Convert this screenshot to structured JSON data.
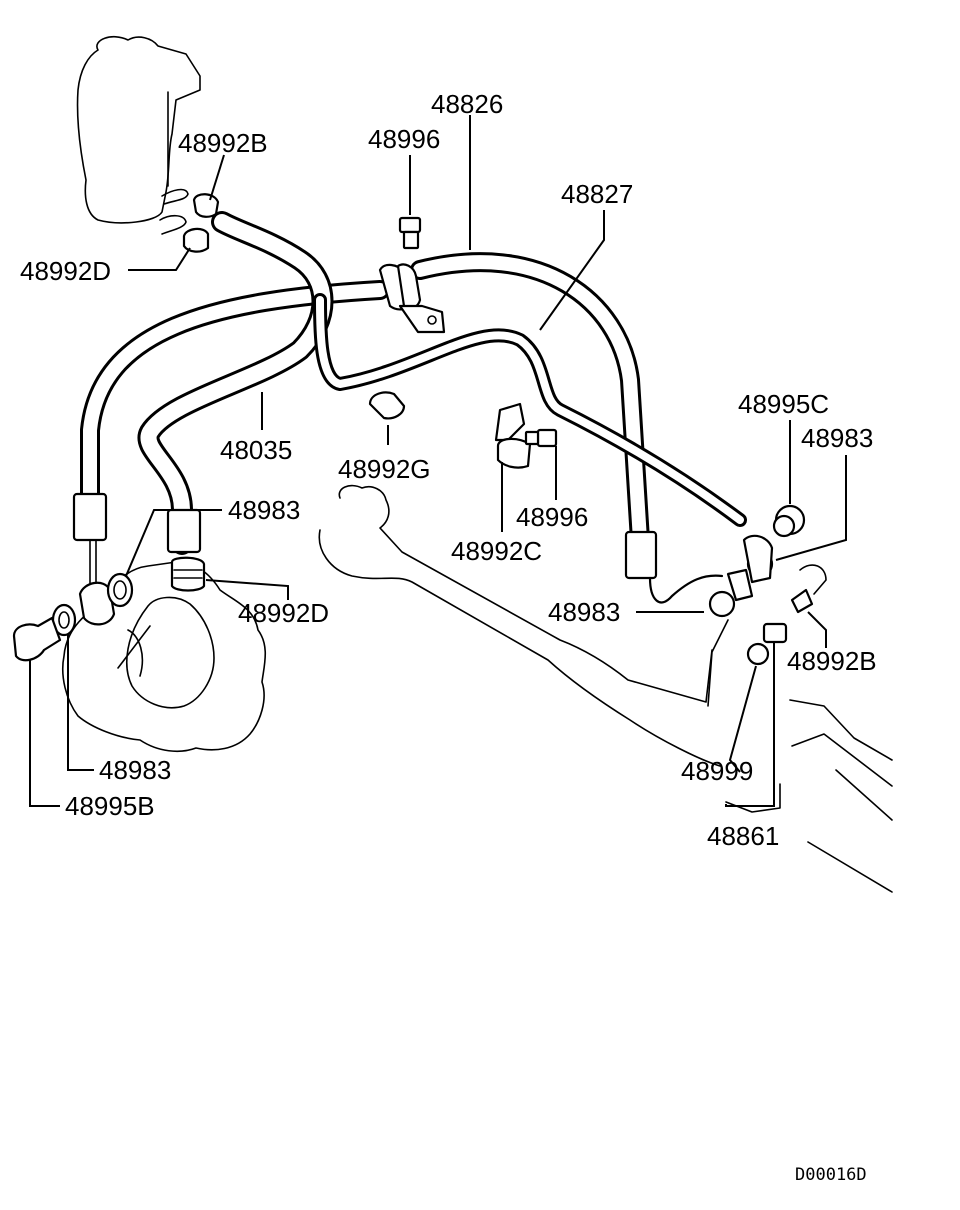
{
  "diagram": {
    "reference_code": "D00016D",
    "callouts": [
      {
        "id": "c-48826",
        "number": "48826"
      },
      {
        "id": "c-48996-top",
        "number": "48996"
      },
      {
        "id": "c-48992b-top",
        "number": "48992B"
      },
      {
        "id": "c-48827",
        "number": "48827"
      },
      {
        "id": "c-48992d-top",
        "number": "48992D"
      },
      {
        "id": "c-48035",
        "number": "48035"
      },
      {
        "id": "c-48992g",
        "number": "48992G"
      },
      {
        "id": "c-48995c",
        "number": "48995C"
      },
      {
        "id": "c-48983-right",
        "number": "48983"
      },
      {
        "id": "c-48983-left",
        "number": "48983"
      },
      {
        "id": "c-48996-mid",
        "number": "48996"
      },
      {
        "id": "c-48992c",
        "number": "48992C"
      },
      {
        "id": "c-48992d-bottom",
        "number": "48992D"
      },
      {
        "id": "c-48983-mid",
        "number": "48983"
      },
      {
        "id": "c-48992b-right",
        "number": "48992B"
      },
      {
        "id": "c-48983-bottom",
        "number": "48983"
      },
      {
        "id": "c-48999",
        "number": "48999"
      },
      {
        "id": "c-48995b",
        "number": "48995B"
      },
      {
        "id": "c-48861",
        "number": "48861"
      }
    ]
  }
}
